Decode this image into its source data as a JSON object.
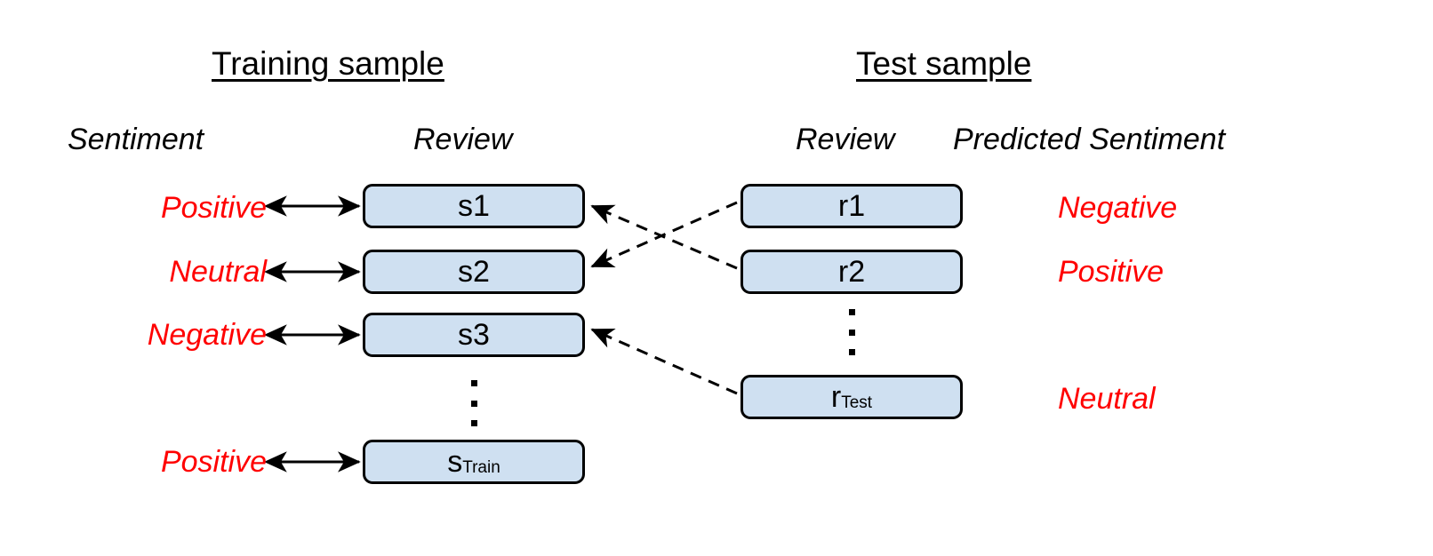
{
  "diagram": {
    "title_training": "Training sample",
    "title_test": "Test sample",
    "headers": {
      "train_sentiment": "Sentiment",
      "train_review": "Review",
      "test_review": "Review",
      "test_predicted_sentiment": "Predicted Sentiment"
    },
    "colors": {
      "box_fill": "#cfe0f1",
      "box_border": "#000000",
      "sentiment_text": "#ff0000",
      "label_text": "#000000",
      "background": "#ffffff"
    },
    "training_rows": [
      {
        "sentiment": "Positive",
        "review_base": "s",
        "review_sub": "1"
      },
      {
        "sentiment": "Neutral",
        "review_base": "s",
        "review_sub": "2"
      },
      {
        "sentiment": "Negative",
        "review_base": "s",
        "review_sub": "3"
      },
      {
        "sentiment": "Positive",
        "review_base": "s",
        "review_sub": "Train"
      }
    ],
    "test_rows": [
      {
        "review_base": "r",
        "review_sub": "1",
        "predicted_sentiment": "Negative"
      },
      {
        "review_base": "r",
        "review_sub": "2",
        "predicted_sentiment": "Positive"
      },
      {
        "review_base": "r",
        "review_sub": "Test",
        "predicted_sentiment": "Neutral"
      }
    ],
    "ellipsis_symbol": "⋮",
    "match_links": [
      {
        "from": "r1",
        "to": "s2",
        "style": "dashed",
        "arrowhead": "to"
      },
      {
        "from": "r2",
        "to": "s1",
        "style": "dashed",
        "arrowhead": "to"
      },
      {
        "from": "rTest",
        "to": "s3",
        "style": "dashed",
        "arrowhead": "to"
      }
    ],
    "pair_links": [
      {
        "label": "Positive",
        "box": "s1",
        "style": "solid",
        "arrowhead": "both"
      },
      {
        "label": "Neutral",
        "box": "s2",
        "style": "solid",
        "arrowhead": "both"
      },
      {
        "label": "Negative",
        "box": "s3",
        "style": "solid",
        "arrowhead": "both"
      },
      {
        "label": "Positive",
        "box": "sTrain",
        "style": "solid",
        "arrowhead": "both"
      }
    ]
  }
}
